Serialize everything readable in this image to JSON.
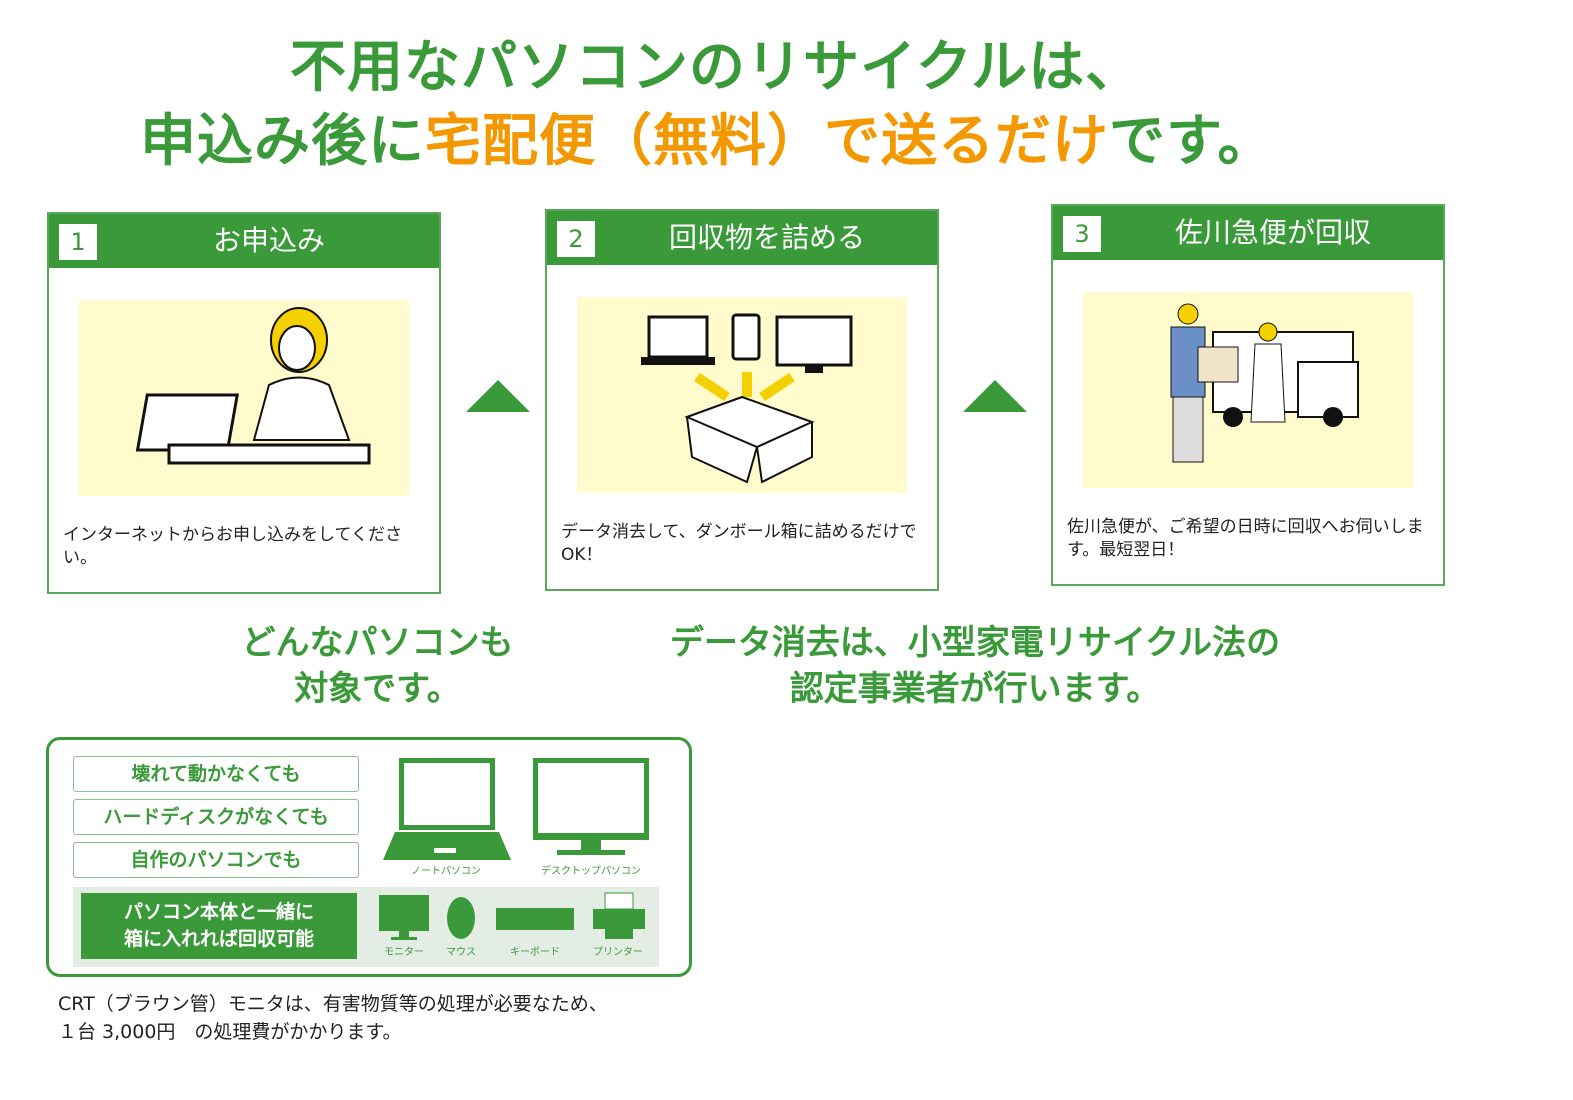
{
  "headline": {
    "line1": "不用なパソコンのリサイクルは、",
    "line2_a": "申込み後に",
    "line2_b": "宅配便（無料）で送るだけ",
    "line2_c": "です。"
  },
  "steps": [
    {
      "number": "1",
      "title": "お申込み",
      "caption": "インターネットからお申し込みをしてください。"
    },
    {
      "number": "2",
      "title": "回収物を詰める",
      "caption": "データ消去して、ダンボール箱に詰めるだけでOK！"
    },
    {
      "number": "3",
      "title": "佐川急便が回収",
      "caption": "佐川急便が、ご希望の日時に回収へお伺いします。最短翌日！"
    }
  ],
  "subheadings": {
    "left_l1": "どんなパソコンも",
    "left_l2": "対象です。",
    "right_l1": "データ消去は、小型家電リサイクル法の",
    "right_l2": "認定事業者が行います。"
  },
  "eligibility": {
    "conditions": [
      "壊れて動かなくても",
      "ハードディスクがなくても",
      "自作のパソコンでも"
    ],
    "devices": [
      "ノートパソコン",
      "デスクトップパソコン"
    ],
    "accessory_note_l1": "パソコン本体と一緒に",
    "accessory_note_l2": "箱に入れれば回収可能",
    "accessories": [
      "モニター",
      "マウス",
      "キーボード",
      "プリンター"
    ]
  },
  "note": {
    "line1": "CRT（ブラウン管）モニタは、有害物質等の処理が必要なため、",
    "line2": "１台 3,000円　の処理費がかかります。"
  },
  "colors": {
    "green": "#3a9a3a",
    "orange": "#f39800",
    "illustration_bg": "#fffbcc"
  }
}
